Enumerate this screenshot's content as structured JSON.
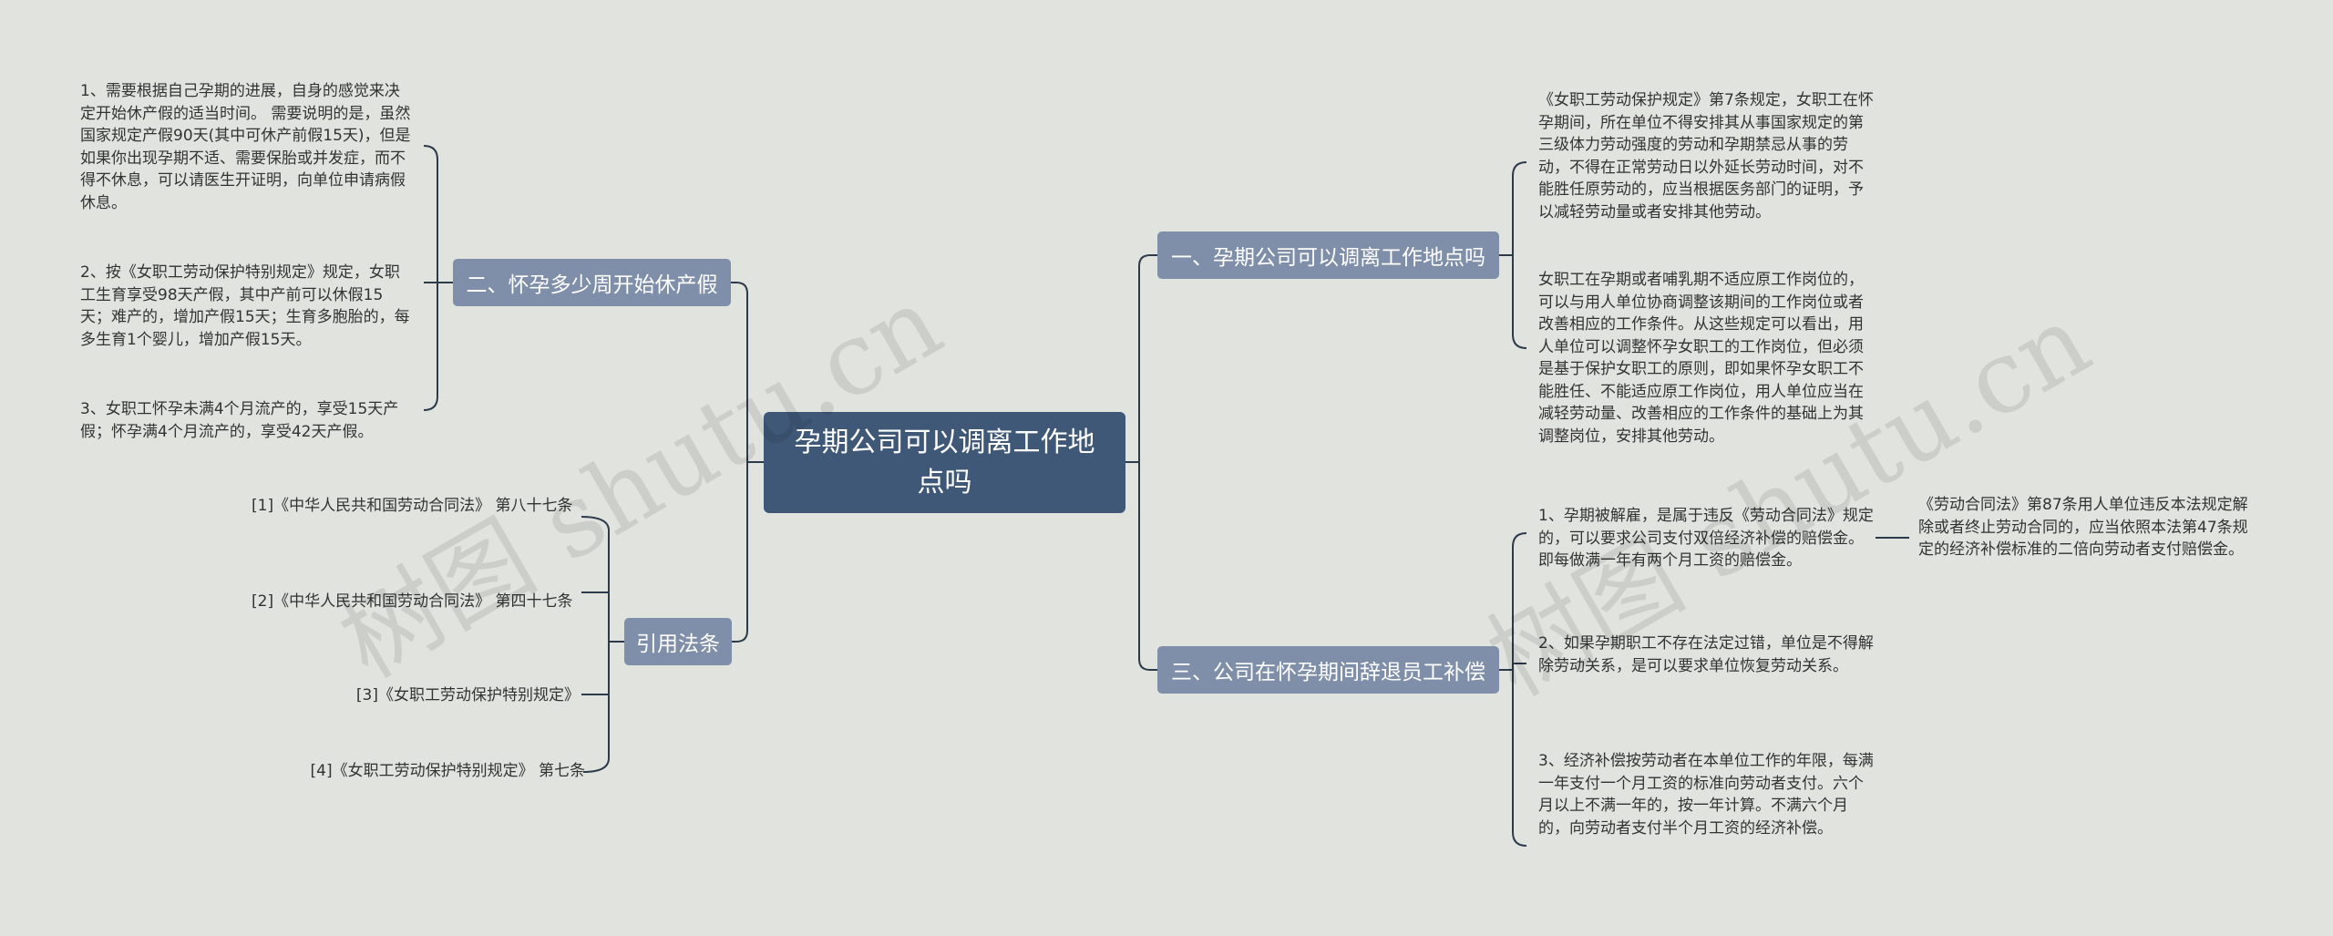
{
  "root": {
    "title": "孕期公司可以调离工作地点吗"
  },
  "branches": {
    "b1": {
      "label": "一、孕期公司可以调离工作地点吗"
    },
    "b2": {
      "label": "二、怀孕多少周开始休产假"
    },
    "b3": {
      "label": "三、公司在怀孕期间辞退员工补偿"
    },
    "b4": {
      "label": "引用法条"
    }
  },
  "leaves": {
    "b1_1": "《女职工劳动保护规定》第7条规定，女职工在怀孕期间，所在单位不得安排其从事国家规定的第三级体力劳动强度的劳动和孕期禁忌从事的劳动，不得在正常劳动日以外延长劳动时间，对不能胜任原劳动的，应当根据医务部门的证明，予以减轻劳动量或者安排其他劳动。",
    "b1_2": "女职工在孕期或者哺乳期不适应原工作岗位的，可以与用人单位协商调整该期间的工作岗位或者改善相应的工作条件。从这些规定可以看出，用人单位可以调整怀孕女职工的工作岗位，但必须是基于保护女职工的原则，即如果怀孕女职工不能胜任、不能适应原工作岗位，用人单位应当在减轻劳动量、改善相应的工作条件的基础上为其调整岗位，安排其他劳动。",
    "b2_1": "1、需要根据自己孕期的进展，自身的感觉来决定开始休产假的适当时间。 需要说明的是，虽然国家规定产假90天(其中可休产前假15天)，但是如果你出现孕期不适、需要保胎或并发症，而不得不休息，可以请医生开证明，向单位申请病假休息。",
    "b2_2": "2、按《女职工劳动保护特别规定》规定，女职工生育享受98天产假，其中产前可以休假15天；难产的，增加产假15天；生育多胞胎的，每多生育1个婴儿，增加产假15天。",
    "b2_3": "3、女职工怀孕未满4个月流产的，享受15天产假；怀孕满4个月流产的，享受42天产假。",
    "b3_1": "1、孕期被解雇，是属于违反《劳动合同法》规定的，可以要求公司支付双倍经济补偿的赔偿金。即每做满一年有两个月工资的赔偿金。",
    "b3_1_1": "《劳动合同法》第87条用人单位违反本法规定解除或者终止劳动合同的，应当依照本法第47条规定的经济补偿标准的二倍向劳动者支付赔偿金。",
    "b3_2": "2、如果孕期职工不存在法定过错，单位是不得解除劳动关系，是可以要求单位恢复劳动关系。",
    "b3_3": "3、经济补偿按劳动者在本单位工作的年限，每满一年支付一个月工资的标准向劳动者支付。六个月以上不满一年的，按一年计算。不满六个月的，向劳动者支付半个月工资的经济补偿。",
    "b4_1": "[1]《中华人民共和国劳动合同法》 第八十七条",
    "b4_2": "[2]《中华人民共和国劳动合同法》 第四十七条",
    "b4_3": "[3]《女职工劳动保护特别规定》",
    "b4_4": "[4]《女职工劳动保护特别规定》 第七条"
  },
  "watermark": "树图 shutu.cn",
  "colors": {
    "background": "#e1e3de",
    "root": "#3f5877",
    "branch": "#7f8fa9",
    "line": "#2c3a4a"
  }
}
